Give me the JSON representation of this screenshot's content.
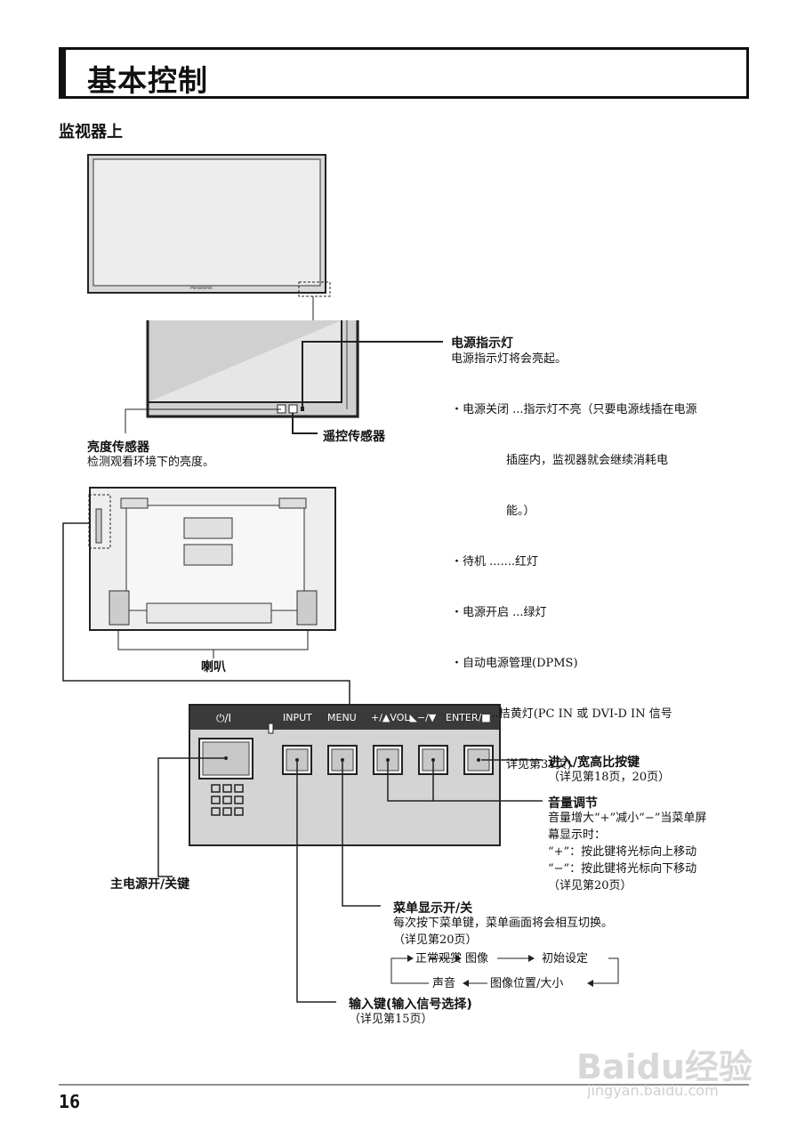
{
  "page": {
    "title": "基本控制",
    "subtitle": "监视器上",
    "page_number": "16"
  },
  "front": {
    "brand": "Panasonic"
  },
  "power_indicator": {
    "heading": "电源指示灯",
    "desc": "电源指示灯将会亮起。",
    "lines": [
      "・电源关闭 ...指示灯不亮（只要电源线插在电源",
      "               插座内，监视器就会继续消耗电",
      "               能。）",
      "・待机 .......红灯",
      "・电源开启 ...绿灯",
      "・自动电源管理(DPMS)",
      "  ...........桔黄灯(PC IN 或 DVI-D IN 信号",
      "               详见第31页)"
    ]
  },
  "remote_sensor": {
    "label": "遥控传感器"
  },
  "brightness_sensor": {
    "heading": "亮度传感器",
    "desc": "检测观看环境下的亮度。"
  },
  "speaker": {
    "label": "喇叭"
  },
  "panel": {
    "power_label": "⏻/I",
    "input_label": "INPUT",
    "menu_label": "MENU",
    "vol_label": "+/▲VOL◣−/▼",
    "enter_label": "ENTER/■"
  },
  "enter_key": {
    "heading": "进入/宽高比按键",
    "lines": [
      "（详见第18页，20页）"
    ]
  },
  "volume": {
    "heading": "音量调节",
    "lines": [
      "音量增大“+”减小“−”当菜单屏",
      "幕显示时：",
      "“+”：按此键将光标向上移动",
      "“−”：按此键将光标向下移动",
      "（详见第20页）"
    ]
  },
  "main_power": {
    "heading": "主电源开/关键"
  },
  "menu_key": {
    "heading": "菜单显示开/关",
    "lines": [
      "每次按下菜单键，菜单画面将会相互切换。",
      "（详见第20页）"
    ],
    "flow_top": [
      "正常观赏",
      "图像",
      "初始设定"
    ],
    "flow_bottom": [
      "声音",
      "图像位置/大小"
    ]
  },
  "input_key": {
    "heading": "输入键(输入信号选择)",
    "lines": [
      "（详见第15页）"
    ]
  },
  "watermark": {
    "brand": "Baidu经验",
    "url": "jingyan.baidu.com"
  }
}
